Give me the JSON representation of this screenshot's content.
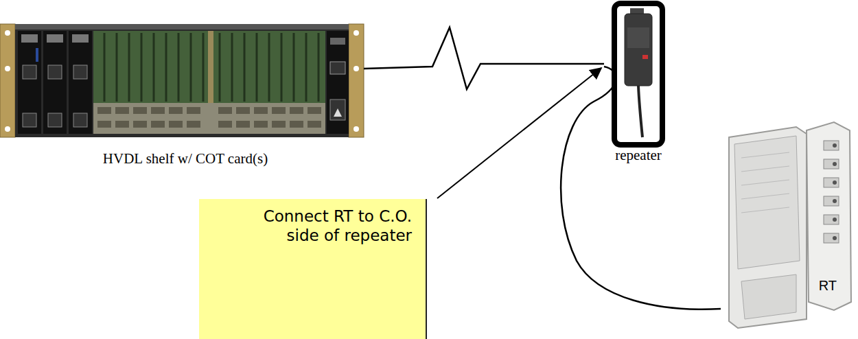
{
  "diagram": {
    "nodes": [
      {
        "text": [
          "HVDL shelf w/ COT card(s)"
        ]
      },
      {
        "text": [
          "repeater"
        ]
      },
      {
        "text": [
          "RT"
        ]
      },
      {
        "text": [
          "Connect RT to C.O. side of repeater"
        ]
      }
    ],
    "edges": [
      {
        "from": 0,
        "to": 1,
        "arrow": "none"
      },
      {
        "from": 1,
        "to": 2,
        "arrow": "none"
      }
    ]
  }
}
